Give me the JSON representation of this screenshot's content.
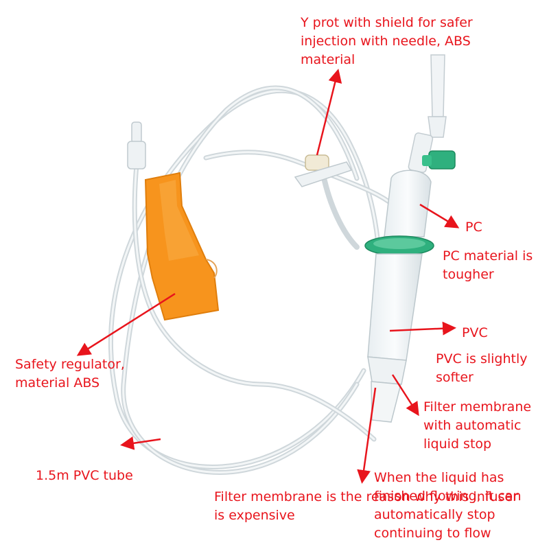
{
  "colors": {
    "annotation": "#e8141c",
    "regulator": "#f7941d",
    "shield": "#2fb07e",
    "tube": "#dde3e6"
  },
  "callouts": {
    "y_port": {
      "lines": [
        "Y prot with shield for safer",
        "injection with needle, ABS",
        "material"
      ]
    },
    "pc": {
      "title": "PC",
      "note": [
        "PC material is",
        "tougher"
      ]
    },
    "pvc": {
      "title": "PVC",
      "note": [
        "PVC is slightly",
        "softer"
      ]
    },
    "regulator": {
      "lines": [
        "Safety regulator,",
        "material ABS"
      ]
    },
    "filter": {
      "lines": [
        "Filter membrane",
        "with automatic",
        "liquid stop"
      ]
    },
    "tube": {
      "text": "1.5m PVC tube"
    },
    "filter_cost": {
      "lines": [
        "Filter membrane is the reason why this infuser",
        "is expensive"
      ]
    },
    "liquid_stop": {
      "lines": [
        "When the liquid has",
        "finished flowing, it can",
        "automatically stop",
        "continuing to flow"
      ]
    }
  }
}
